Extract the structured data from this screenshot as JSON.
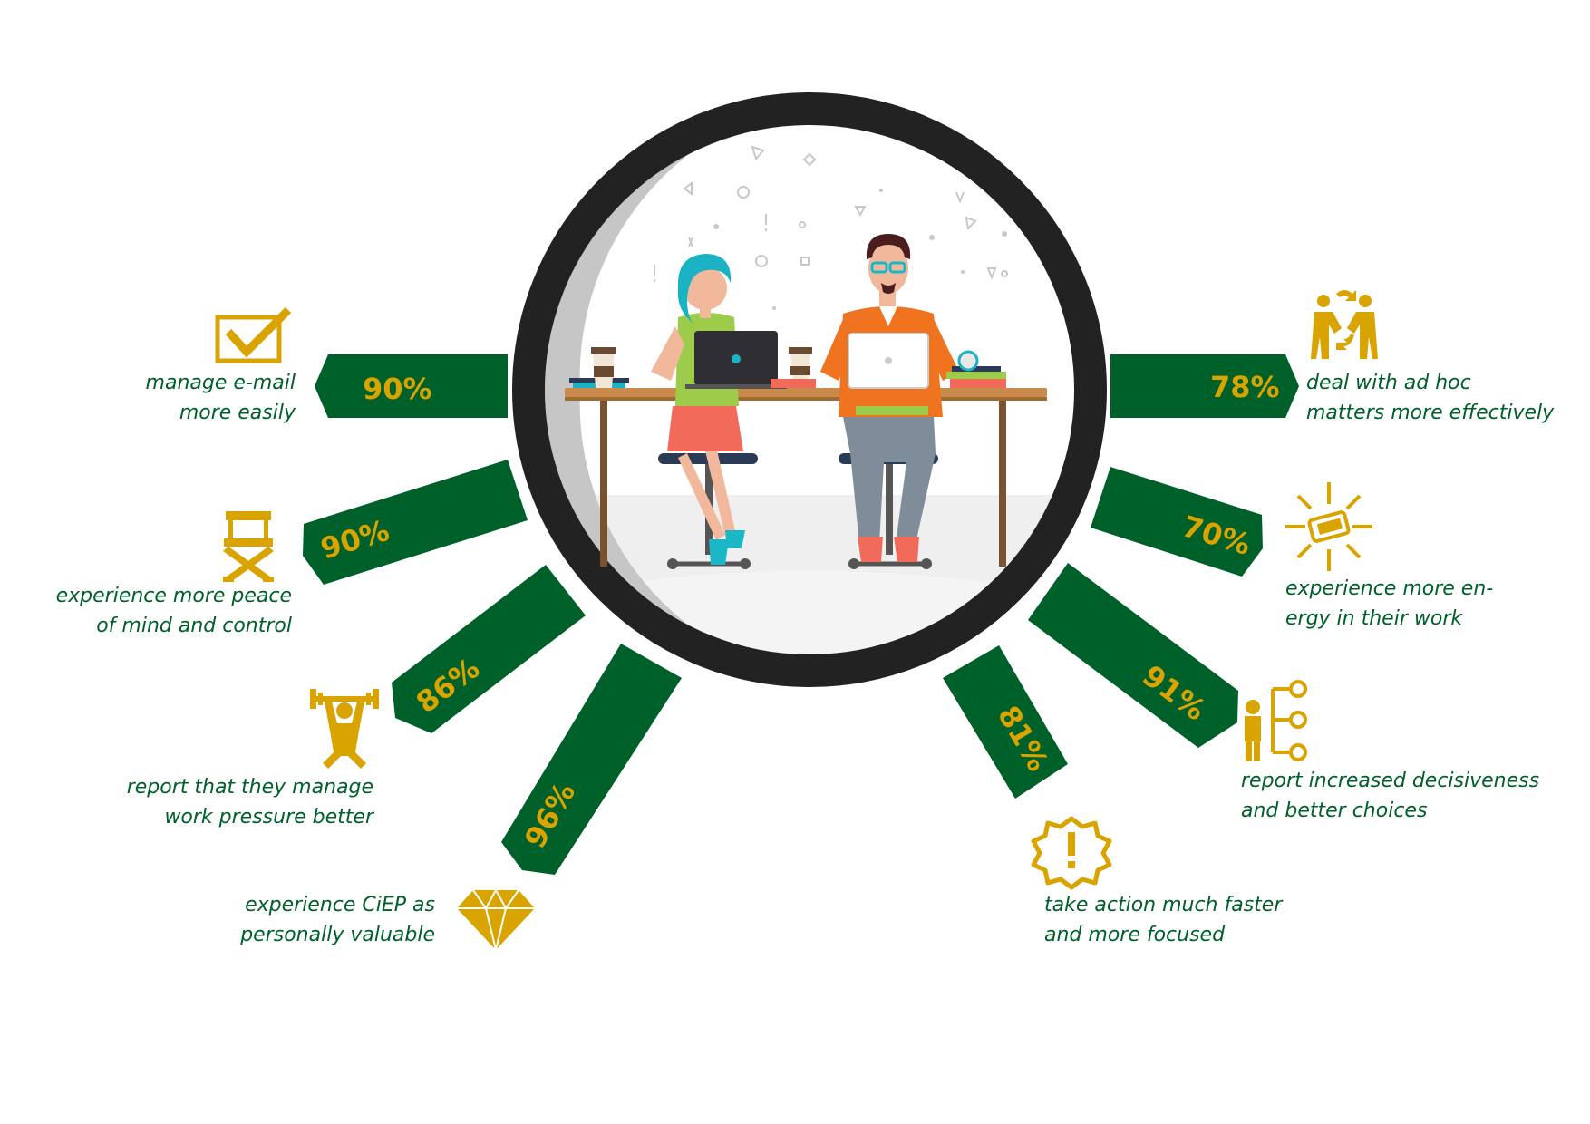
{
  "colors": {
    "green": "#00602a",
    "gold": "#d9a300",
    "ring": "#222222"
  },
  "stats": [
    {
      "value": "90%",
      "lines": [
        "manage e-mail",
        "more easily"
      ],
      "icon": "checkbox-icon"
    },
    {
      "value": "90%",
      "lines": [
        "experience more peace",
        "of mind and control"
      ],
      "icon": "director-chair-icon"
    },
    {
      "value": "86%",
      "lines": [
        "report that they manage",
        "work pressure better"
      ],
      "icon": "weightlifter-icon"
    },
    {
      "value": "96%",
      "lines": [
        "experience CiEP as",
        "personally valuable"
      ],
      "icon": "diamond-icon"
    },
    {
      "value": "81%",
      "lines": [
        "take action much faster",
        "and more focused"
      ],
      "icon": "alert-badge-icon"
    },
    {
      "value": "91%",
      "lines": [
        "report increased decisiveness",
        "and better choices"
      ],
      "icon": "decision-tree-icon"
    },
    {
      "value": "70%",
      "lines": [
        "experience more en-",
        "ergy in their work"
      ],
      "icon": "battery-energy-icon"
    },
    {
      "value": "78%",
      "lines": [
        "deal with ad hoc",
        "matters more effectively"
      ],
      "icon": "handshake-exchange-icon"
    }
  ]
}
